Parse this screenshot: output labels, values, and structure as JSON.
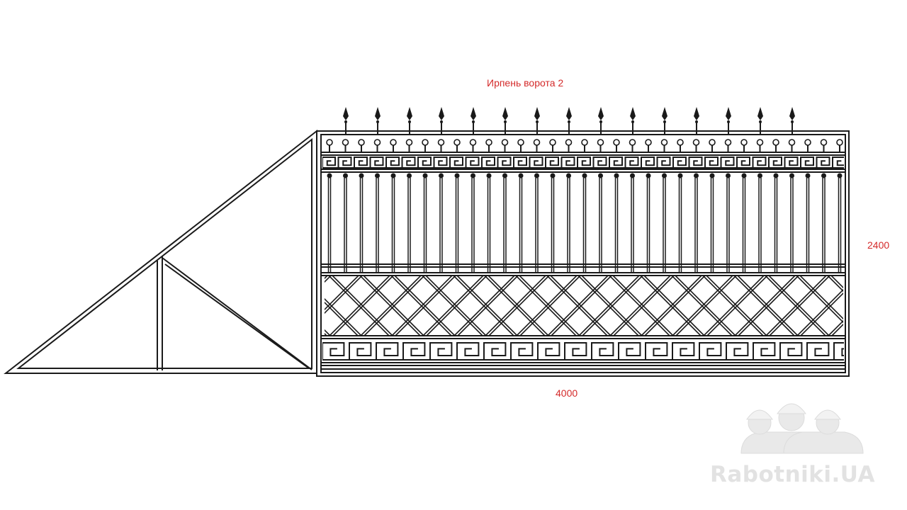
{
  "title": "Ирпень ворота 2",
  "dimension_height": "2400",
  "dimension_width": "4000",
  "watermark_text": "Rabotniki.UA",
  "colors": {
    "line": "#1a1a1a",
    "label": "#d42a2a",
    "watermark": "#e2e2e2"
  }
}
